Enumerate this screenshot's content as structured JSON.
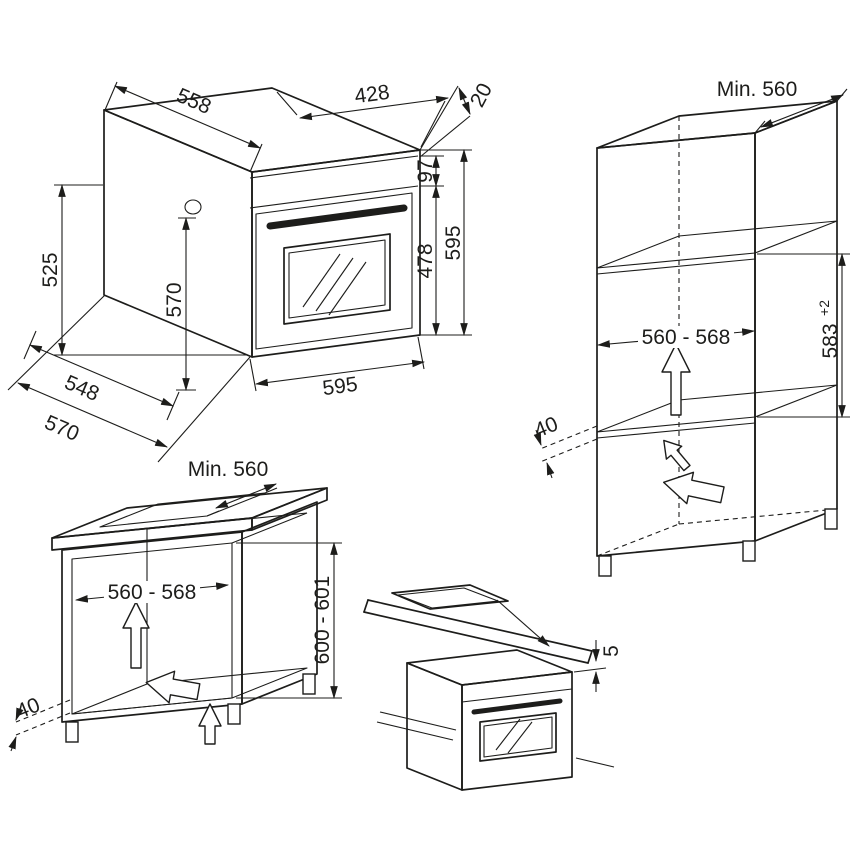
{
  "drawing": {
    "line_color": "#1d1d1b",
    "background": "#ffffff"
  },
  "oven_view": {
    "dims": {
      "top_depth": "558",
      "upper_depth": "428",
      "top_trim": "20",
      "control_panel_height": "97",
      "door_height": "478",
      "front_height": "595",
      "left_height": "525",
      "inner_height": "570",
      "body_depth": "548",
      "total_depth": "570",
      "front_width": "595"
    }
  },
  "tall_cabinet_view": {
    "dims": {
      "min_top_depth": "Min. 560",
      "niche_width": "560 - 568",
      "niche_height": "583",
      "niche_height_tolerance": "+2",
      "air_gap": "40"
    }
  },
  "base_cabinet_view": {
    "dims": {
      "min_top_depth": "Min. 560",
      "niche_width": "560 - 568",
      "niche_height": "600 - 601",
      "air_gap": "40"
    }
  },
  "worktop_view": {
    "dims": {
      "top_clearance": "5"
    }
  }
}
